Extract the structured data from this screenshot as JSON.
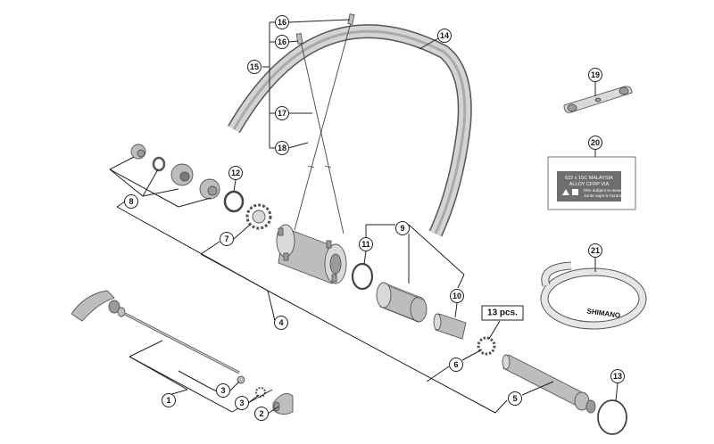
{
  "callouts": {
    "c1": "1",
    "c2": "2",
    "c3a": "3",
    "c3b": "3",
    "c4": "4",
    "c5": "5",
    "c6": "6",
    "c7": "7",
    "c8": "8",
    "c9": "9",
    "c10": "10",
    "c11": "11",
    "c12": "12",
    "c13": "13",
    "c14": "14",
    "c15": "15",
    "c16a": "16",
    "c16b": "16",
    "c17": "17",
    "c18": "18",
    "c19": "19",
    "c20": "20",
    "c21": "21"
  },
  "quantity_note": "13 pcs.",
  "sticker": {
    "line1": "622 x 15C  MALAYSIA",
    "line2": "ALLOY  CFRP  VIA",
    "line3": "Rim subject to wear",
    "line4": "Jante sujet à l'usure"
  },
  "rim_tape_brand": "SHIMANO"
}
